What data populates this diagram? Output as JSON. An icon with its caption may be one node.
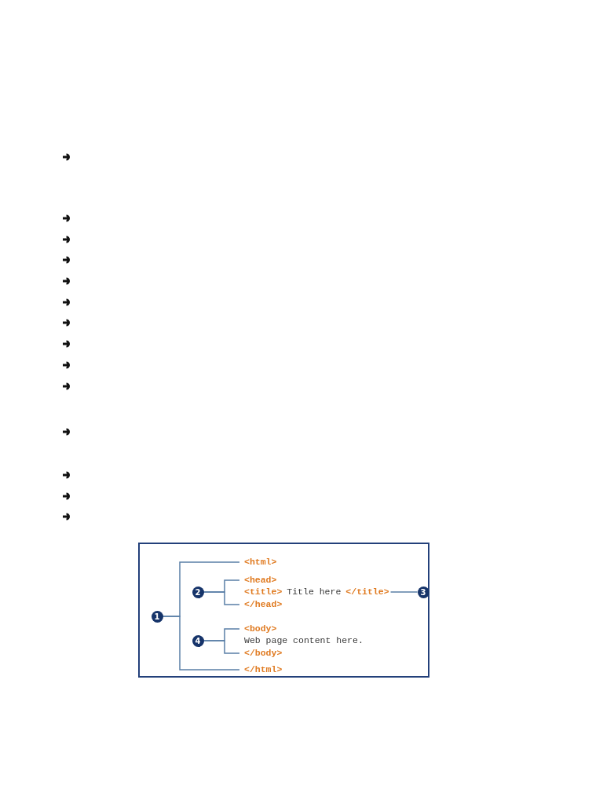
{
  "diagram": {
    "nodes": [
      {
        "text": [
          "<html>"
        ]
      },
      {
        "text": [
          "<head>"
        ]
      },
      {
        "text": [
          "2"
        ]
      },
      {
        "text": [
          "<title>",
          "Title here",
          "</title>"
        ]
      },
      {
        "text": [
          "3"
        ]
      },
      {
        "text": [
          "</head>"
        ]
      },
      {
        "text": [
          "1"
        ]
      },
      {
        "text": [
          "<body>"
        ]
      },
      {
        "text": [
          "4"
        ]
      },
      {
        "text": [
          "Web page content here."
        ]
      },
      {
        "text": [
          "</body>"
        ]
      },
      {
        "text": [
          "</html>"
        ]
      }
    ],
    "edges": [
      {
        "from": 6,
        "to": 0,
        "arrow": "none"
      },
      {
        "from": 6,
        "to": 11,
        "arrow": "none"
      },
      {
        "from": 2,
        "to": 1,
        "arrow": "none"
      },
      {
        "from": 2,
        "to": 5,
        "arrow": "none"
      },
      {
        "from": 4,
        "to": 3,
        "arrow": "none"
      },
      {
        "from": 8,
        "to": 7,
        "arrow": "none"
      },
      {
        "from": 8,
        "to": 10,
        "arrow": "none"
      }
    ]
  }
}
